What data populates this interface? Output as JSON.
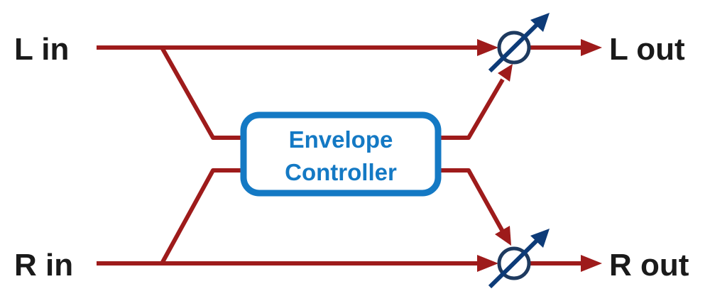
{
  "inputs": {
    "left": "L in",
    "right": "R in"
  },
  "outputs": {
    "left": "L out",
    "right": "R out"
  },
  "controller": {
    "line1": "Envelope",
    "line2": "Controller"
  },
  "colors": {
    "signal": "#9e1b1b",
    "controller_border": "#1479c4",
    "controller_text": "#1479c4",
    "vca_circle": "#1e3a5f",
    "control_arrow": "#0d3b78"
  },
  "icons": {
    "vca": "variable-gain-circle-icon",
    "arrow": "signal-arrow-icon"
  }
}
